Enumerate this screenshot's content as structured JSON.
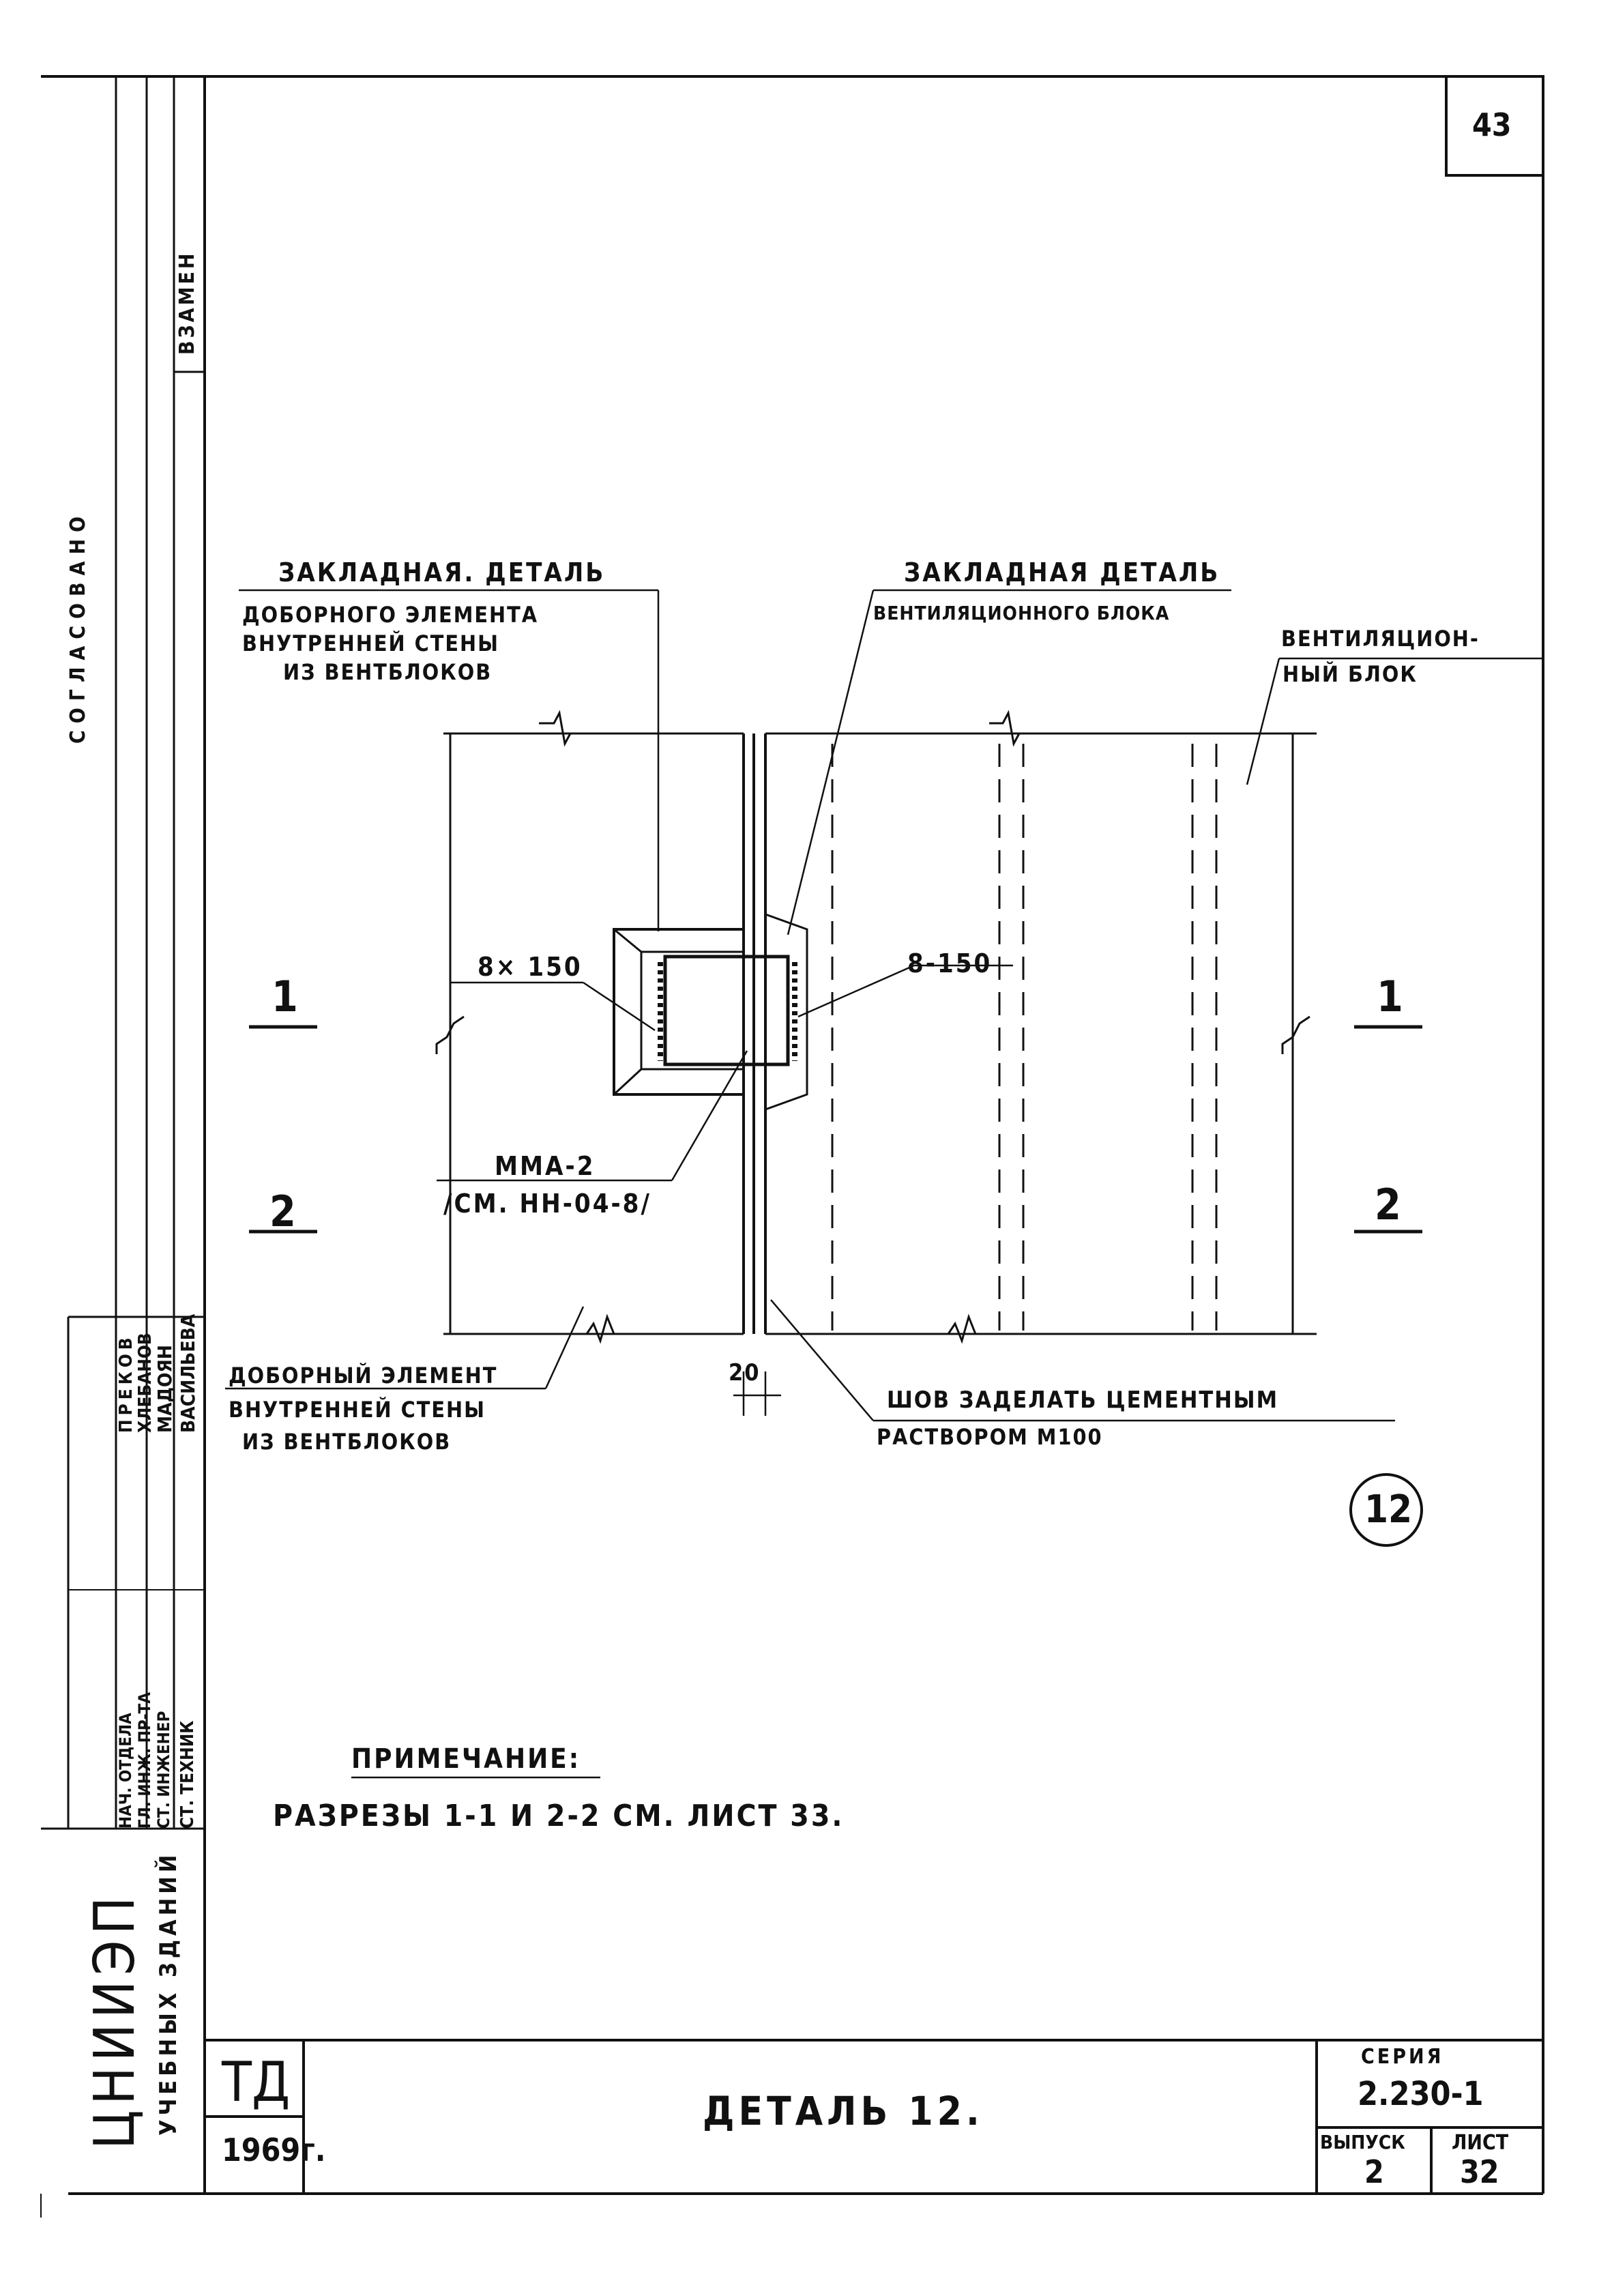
{
  "sheet_number_top": "43",
  "left_strip": {
    "vzamen": "ВЗАМЕН",
    "soglasovano": "СОГЛАСОВАНО",
    "org_line1": "ЦНИИЭП",
    "org_line2": "УЧЕБНЫХ ЗДАНИЙ",
    "signatures": [
      {
        "role": "НАЧ. ОТДЕЛА",
        "name": "ПРЕКОВ"
      },
      {
        "role": "ГЛ. ИНЖ. ПР-ТА",
        "name": "ХЛЕБАНОВ"
      },
      {
        "role": "СТ. ИНЖЕНЕР",
        "name": "МАДОЯН"
      },
      {
        "role": "СТ. ТЕХНИК",
        "name": "ВАСИЛЬЕВА"
      }
    ]
  },
  "callouts": {
    "top_left_line1": "ЗАКЛАДНАЯ. ДЕТАЛЬ",
    "top_left_line2": "ДОБОРНОГО   ЭЛЕМЕНТА",
    "top_left_line3": "ВНУТРЕННЕЙ   СТЕНЫ",
    "top_left_line4": "ИЗ  ВЕНТБЛОКОВ",
    "top_mid_line1": "ЗАКЛАДНАЯ  ДЕТАЛЬ",
    "top_mid_line2": "ВЕНТИЛЯЦИОННОГО  БЛОКА",
    "top_right_line1": "ВЕНТИЛЯЦИОН-",
    "top_right_line2": "НЫЙ   БЛОК",
    "weld_left": "8× 150",
    "weld_right": "8-150",
    "mma_line1": "ММА-2",
    "mma_line2": "/СМ. НН-04-8/",
    "bottom_left_line1": "ДОБОРНЫЙ  ЭЛЕМЕНТ",
    "bottom_left_line2": "ВНУТРЕННЕЙ   СТЕНЫ",
    "bottom_left_line3": "ИЗ  ВЕНТБЛОКОВ",
    "gap_dim": "20",
    "bottom_right_line1": "ШОВ  ЗАДЕЛАТЬ   ЦЕМЕНТНЫМ",
    "bottom_right_line2": "РАСТВОРОМ   М100"
  },
  "section_marks": {
    "left_1": "1",
    "left_2": "2",
    "right_1": "1",
    "right_2": "2"
  },
  "detail_marker": "12",
  "note_title": "ПРИМЕЧАНИЕ:",
  "note_text": "РАЗРЕЗЫ   1-1  И  2-2   СМ.  ЛИСТ  33.",
  "title_block": {
    "td": "ТД",
    "year": "1969г.",
    "title": "ДЕТАЛЬ  12.",
    "seria_label": "СЕРИЯ",
    "seria_value": "2.230-1",
    "vypusk_label": "ВЫПУСК",
    "vypusk_value": "2",
    "list_label": "ЛИСТ",
    "list_value": "32"
  }
}
